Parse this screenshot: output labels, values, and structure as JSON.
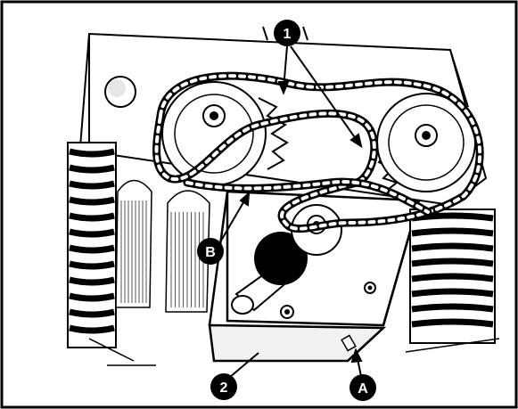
{
  "figure": {
    "callouts": {
      "c1": "1",
      "c2": "2",
      "cA": "A",
      "cB": "B"
    },
    "colors": {
      "ink": "#000000",
      "paper": "#ffffff",
      "shade": "#d9d9d9"
    }
  }
}
